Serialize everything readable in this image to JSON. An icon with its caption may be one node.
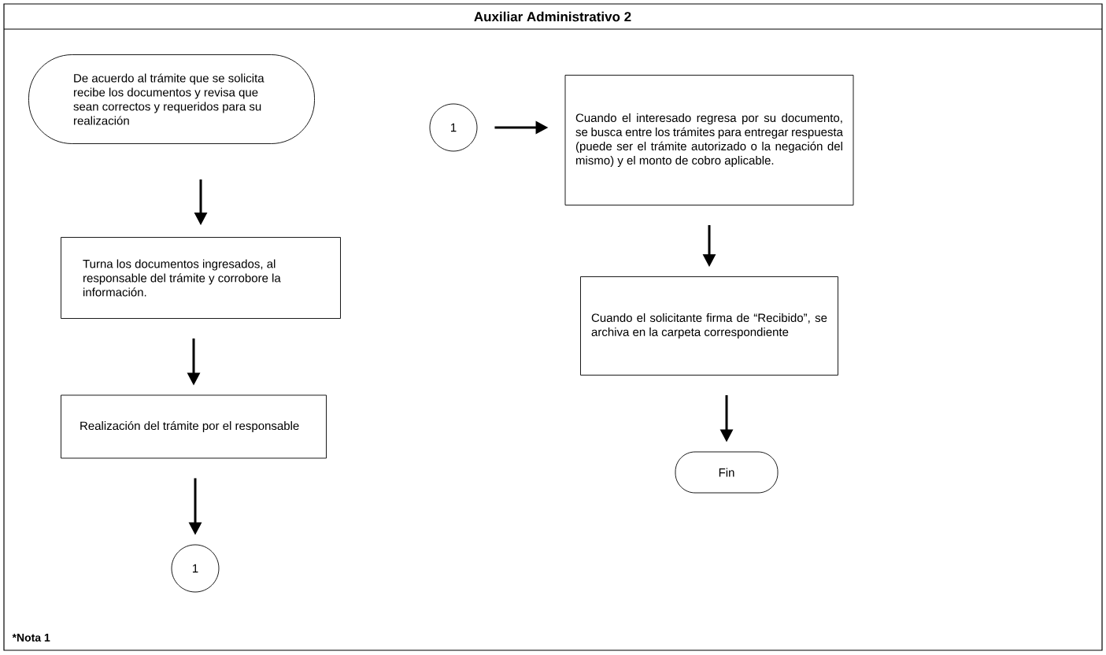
{
  "diagram": {
    "title": "Auxiliar Administrativo 2",
    "nodes": [
      {
        "text": [
          "De acuerdo al trámite que se solicita recibe los documentos y revisa que sean correctos y requeridos para su realización"
        ]
      },
      {
        "text": [
          "Turna los documentos ingresados, al responsable del trámite y corrobore la información."
        ]
      },
      {
        "text": [
          "Realización del trámite por el responsable"
        ]
      },
      {
        "text": [
          "1"
        ]
      },
      {
        "text": [
          "1"
        ]
      },
      {
        "text": [
          "Cuando el interesado regresa por su documento, se busca entre los trámites para entregar respuesta (puede ser el trámite autorizado o la negación del mismo) y el monto de cobro aplicable."
        ]
      },
      {
        "text": [
          "Cuando el solicitante firma de “Recibido”, se archiva en la carpeta correspondiente"
        ]
      },
      {
        "text": [
          "Fin"
        ]
      }
    ],
    "edges": [
      {
        "from": 0,
        "to": 1,
        "arrow": "to"
      },
      {
        "from": 1,
        "to": 2,
        "arrow": "to"
      },
      {
        "from": 2,
        "to": 3,
        "arrow": "to"
      },
      {
        "from": 4,
        "to": 5,
        "arrow": "to"
      },
      {
        "from": 5,
        "to": 6,
        "arrow": "to"
      },
      {
        "from": 6,
        "to": 7,
        "arrow": "to"
      }
    ],
    "labels": [
      "*Nota 1"
    ]
  }
}
